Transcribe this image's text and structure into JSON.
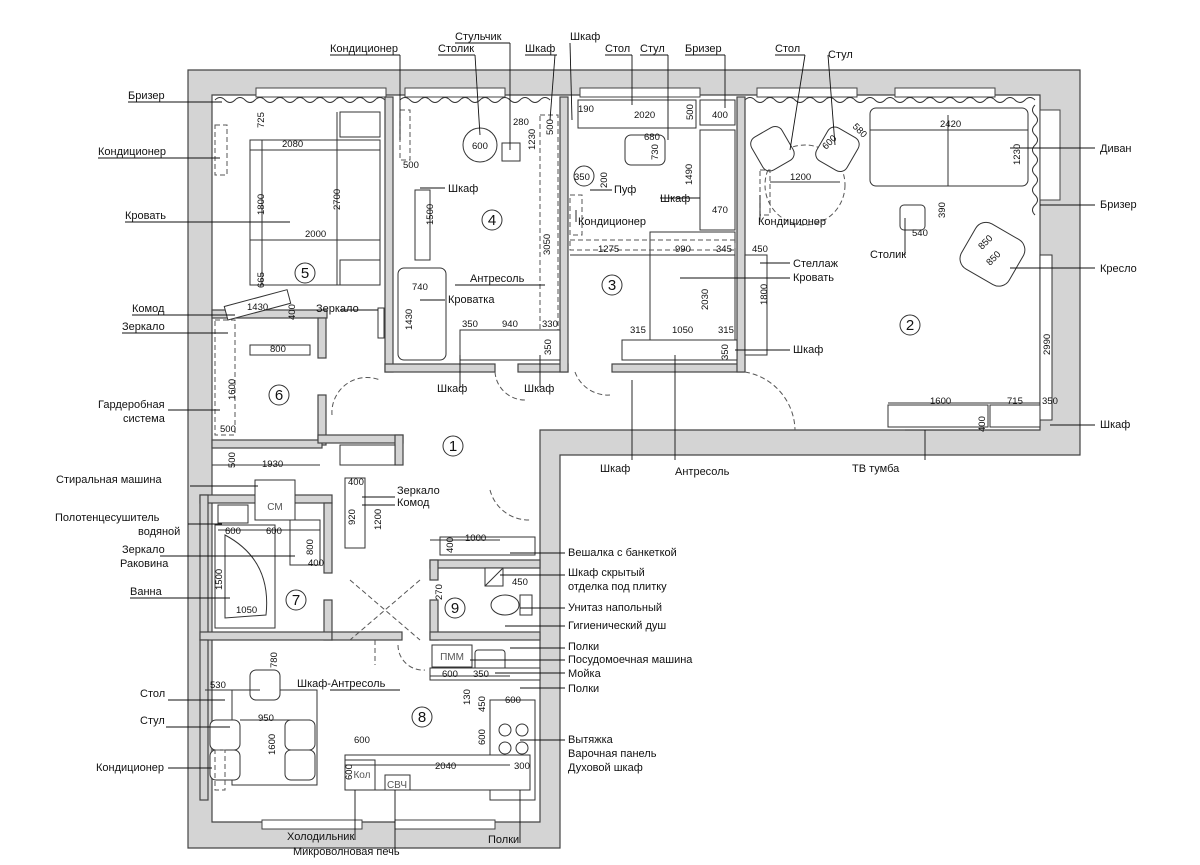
{
  "rooms": [
    {
      "num": "1"
    },
    {
      "num": "2"
    },
    {
      "num": "3"
    },
    {
      "num": "4"
    },
    {
      "num": "5"
    },
    {
      "num": "6"
    },
    {
      "num": "7"
    },
    {
      "num": "8"
    },
    {
      "num": "9"
    }
  ],
  "labels": {
    "top": [
      "Кондиционер",
      "Столик",
      "Стульчик",
      "Шкаф",
      "Шкаф",
      "Стол",
      "Стул",
      "Бризер",
      "Стол",
      "Стул"
    ],
    "left": [
      "Бризер",
      "Кондиционер",
      "Кровать",
      "Комод",
      "Зеркало",
      "Гардеробная",
      "система",
      "Стиральная машина",
      "Полотенцесушитель",
      "водяной",
      "Зеркало",
      "Раковина",
      "Ванна",
      "Стол",
      "Стул",
      "Кондиционер"
    ],
    "bottom": [
      "Холодильник",
      "Микроволновая печь",
      "Полки"
    ],
    "right": [
      "Диван",
      "Бризер",
      "Кресло",
      "Шкаф"
    ],
    "inner": [
      "Шкаф",
      "Пуф",
      "Кондиционер",
      "Шкаф",
      "Кондиционер",
      "Столик",
      "Антресоль",
      "Кроватка",
      "Зеркало",
      "Шкаф",
      "Шкаф",
      "Стеллаж",
      "Кровать",
      "Шкаф",
      "Шкаф",
      "Антресоль",
      "ТВ тумба",
      "Зеркало",
      "Комод",
      "Шкаф-Антресоль"
    ],
    "kitchen_wc": [
      "Вешалка с банкеткой",
      "Шкаф скрытый",
      "отделка под плитку",
      "Унитаз напольный",
      "Гигиенический душ",
      "Полки",
      "Посудомоечная машина",
      "Мойка",
      "Полки",
      "Вытяжка",
      "Варочная панель",
      "Духовой шкаф"
    ]
  },
  "appliances": {
    "washer": "СМ",
    "dishwasher": "ПММ",
    "fridge": "Кол",
    "microwave": "СВЧ"
  },
  "dims": [
    "725",
    "2080",
    "1800",
    "2700",
    "2000",
    "665",
    "1430",
    "400",
    "800",
    "500",
    "1500",
    "280",
    "600",
    "1230",
    "500",
    "3050",
    "190",
    "2020",
    "500",
    "400",
    "680",
    "730",
    "350",
    "200",
    "1490",
    "470",
    "1275",
    "990",
    "345",
    "450",
    "1800",
    "2030",
    "740",
    "1430",
    "350",
    "940",
    "330",
    "350",
    "315",
    "1050",
    "315",
    "350",
    "2420",
    "1230",
    "1200",
    "580",
    "600",
    "390",
    "540",
    "850",
    "850",
    "2990",
    "1600",
    "715",
    "350",
    "400",
    "1600",
    "500",
    "500",
    "1930",
    "400",
    "920",
    "1200",
    "600",
    "600",
    "800",
    "400",
    "1500",
    "1050",
    "270",
    "1000",
    "400",
    "450",
    "530",
    "780",
    "950",
    "1600",
    "600",
    "600",
    "2040",
    "300",
    "600",
    "350",
    "130",
    "450",
    "600",
    "600"
  ]
}
